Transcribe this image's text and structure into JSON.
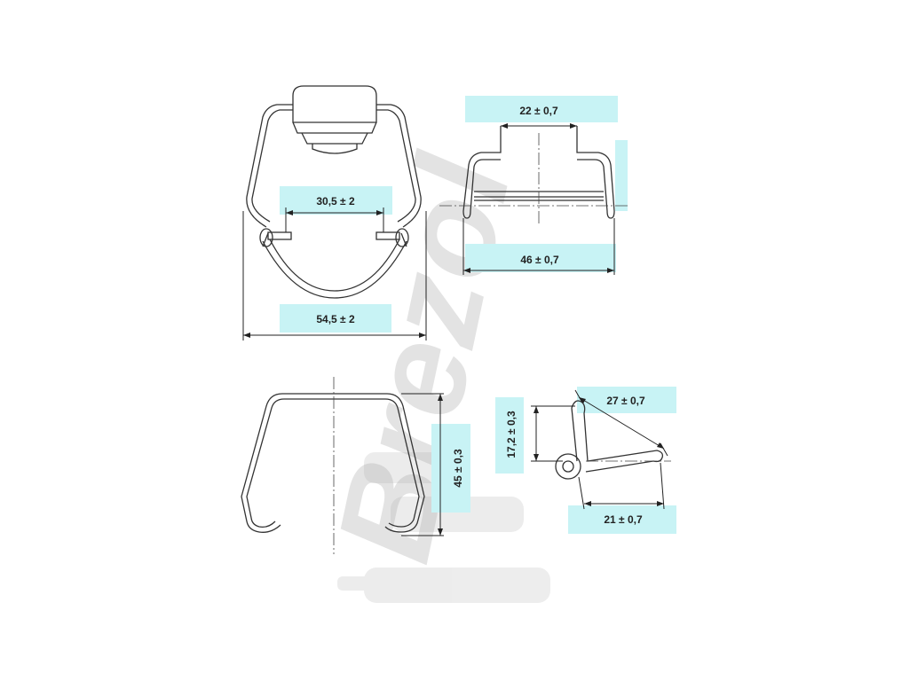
{
  "watermark": "Brezol",
  "dimensions": {
    "inner_width": "30,5 ± 2",
    "outer_width": "54,5 ± 2",
    "top_width": "22 ± 0,7",
    "side_width": "46 ± 0,7",
    "height": "45 ± 0,3",
    "offset_height": "17,2 ± 0,3",
    "diag_length": "27 ± 0,7",
    "base_length": "21 ± 0,7"
  },
  "colors": {
    "highlight": "#c8f3f5",
    "line": "#333333",
    "watermark": "#b0b0b0"
  }
}
